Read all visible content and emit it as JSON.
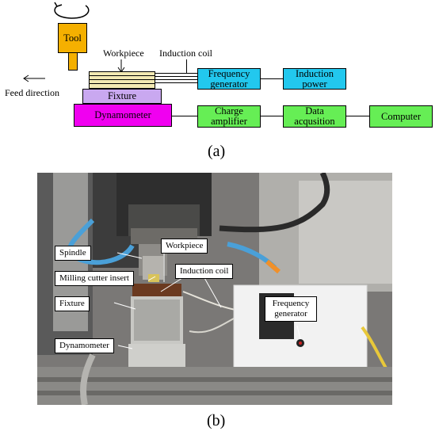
{
  "diagram": {
    "tool": "Tool",
    "workpiece": "Workpiece",
    "induction_coil": "Induction coil",
    "feed_direction": "Feed direction",
    "fixture": "Fixture",
    "dynamometer": "Dynamometer",
    "frequency_generator": "Frequency generator",
    "induction_power": "Induction power",
    "charge_amplifier": "Charge amplifier",
    "data_acquisition": "Data acqusition",
    "computer": "Computer",
    "colors": {
      "tool": "#f5b000",
      "fixture": "#c9a8f0",
      "dynamometer": "#f000f0",
      "blue_boxes": "#22c8ee",
      "green_boxes": "#66ee55",
      "workpiece": "#f3e9b3"
    }
  },
  "caption_a": "(a)",
  "photo": {
    "spindle": "Spindle",
    "workpiece": "Workpiece",
    "milling_cutter_insert": "Milling cutter insert",
    "induction_coil": "Induction coil",
    "fixture": "Fixture",
    "dynamometer": "Dynamometer",
    "frequency_generator": "Frequency generator"
  },
  "caption_b": "(b)"
}
